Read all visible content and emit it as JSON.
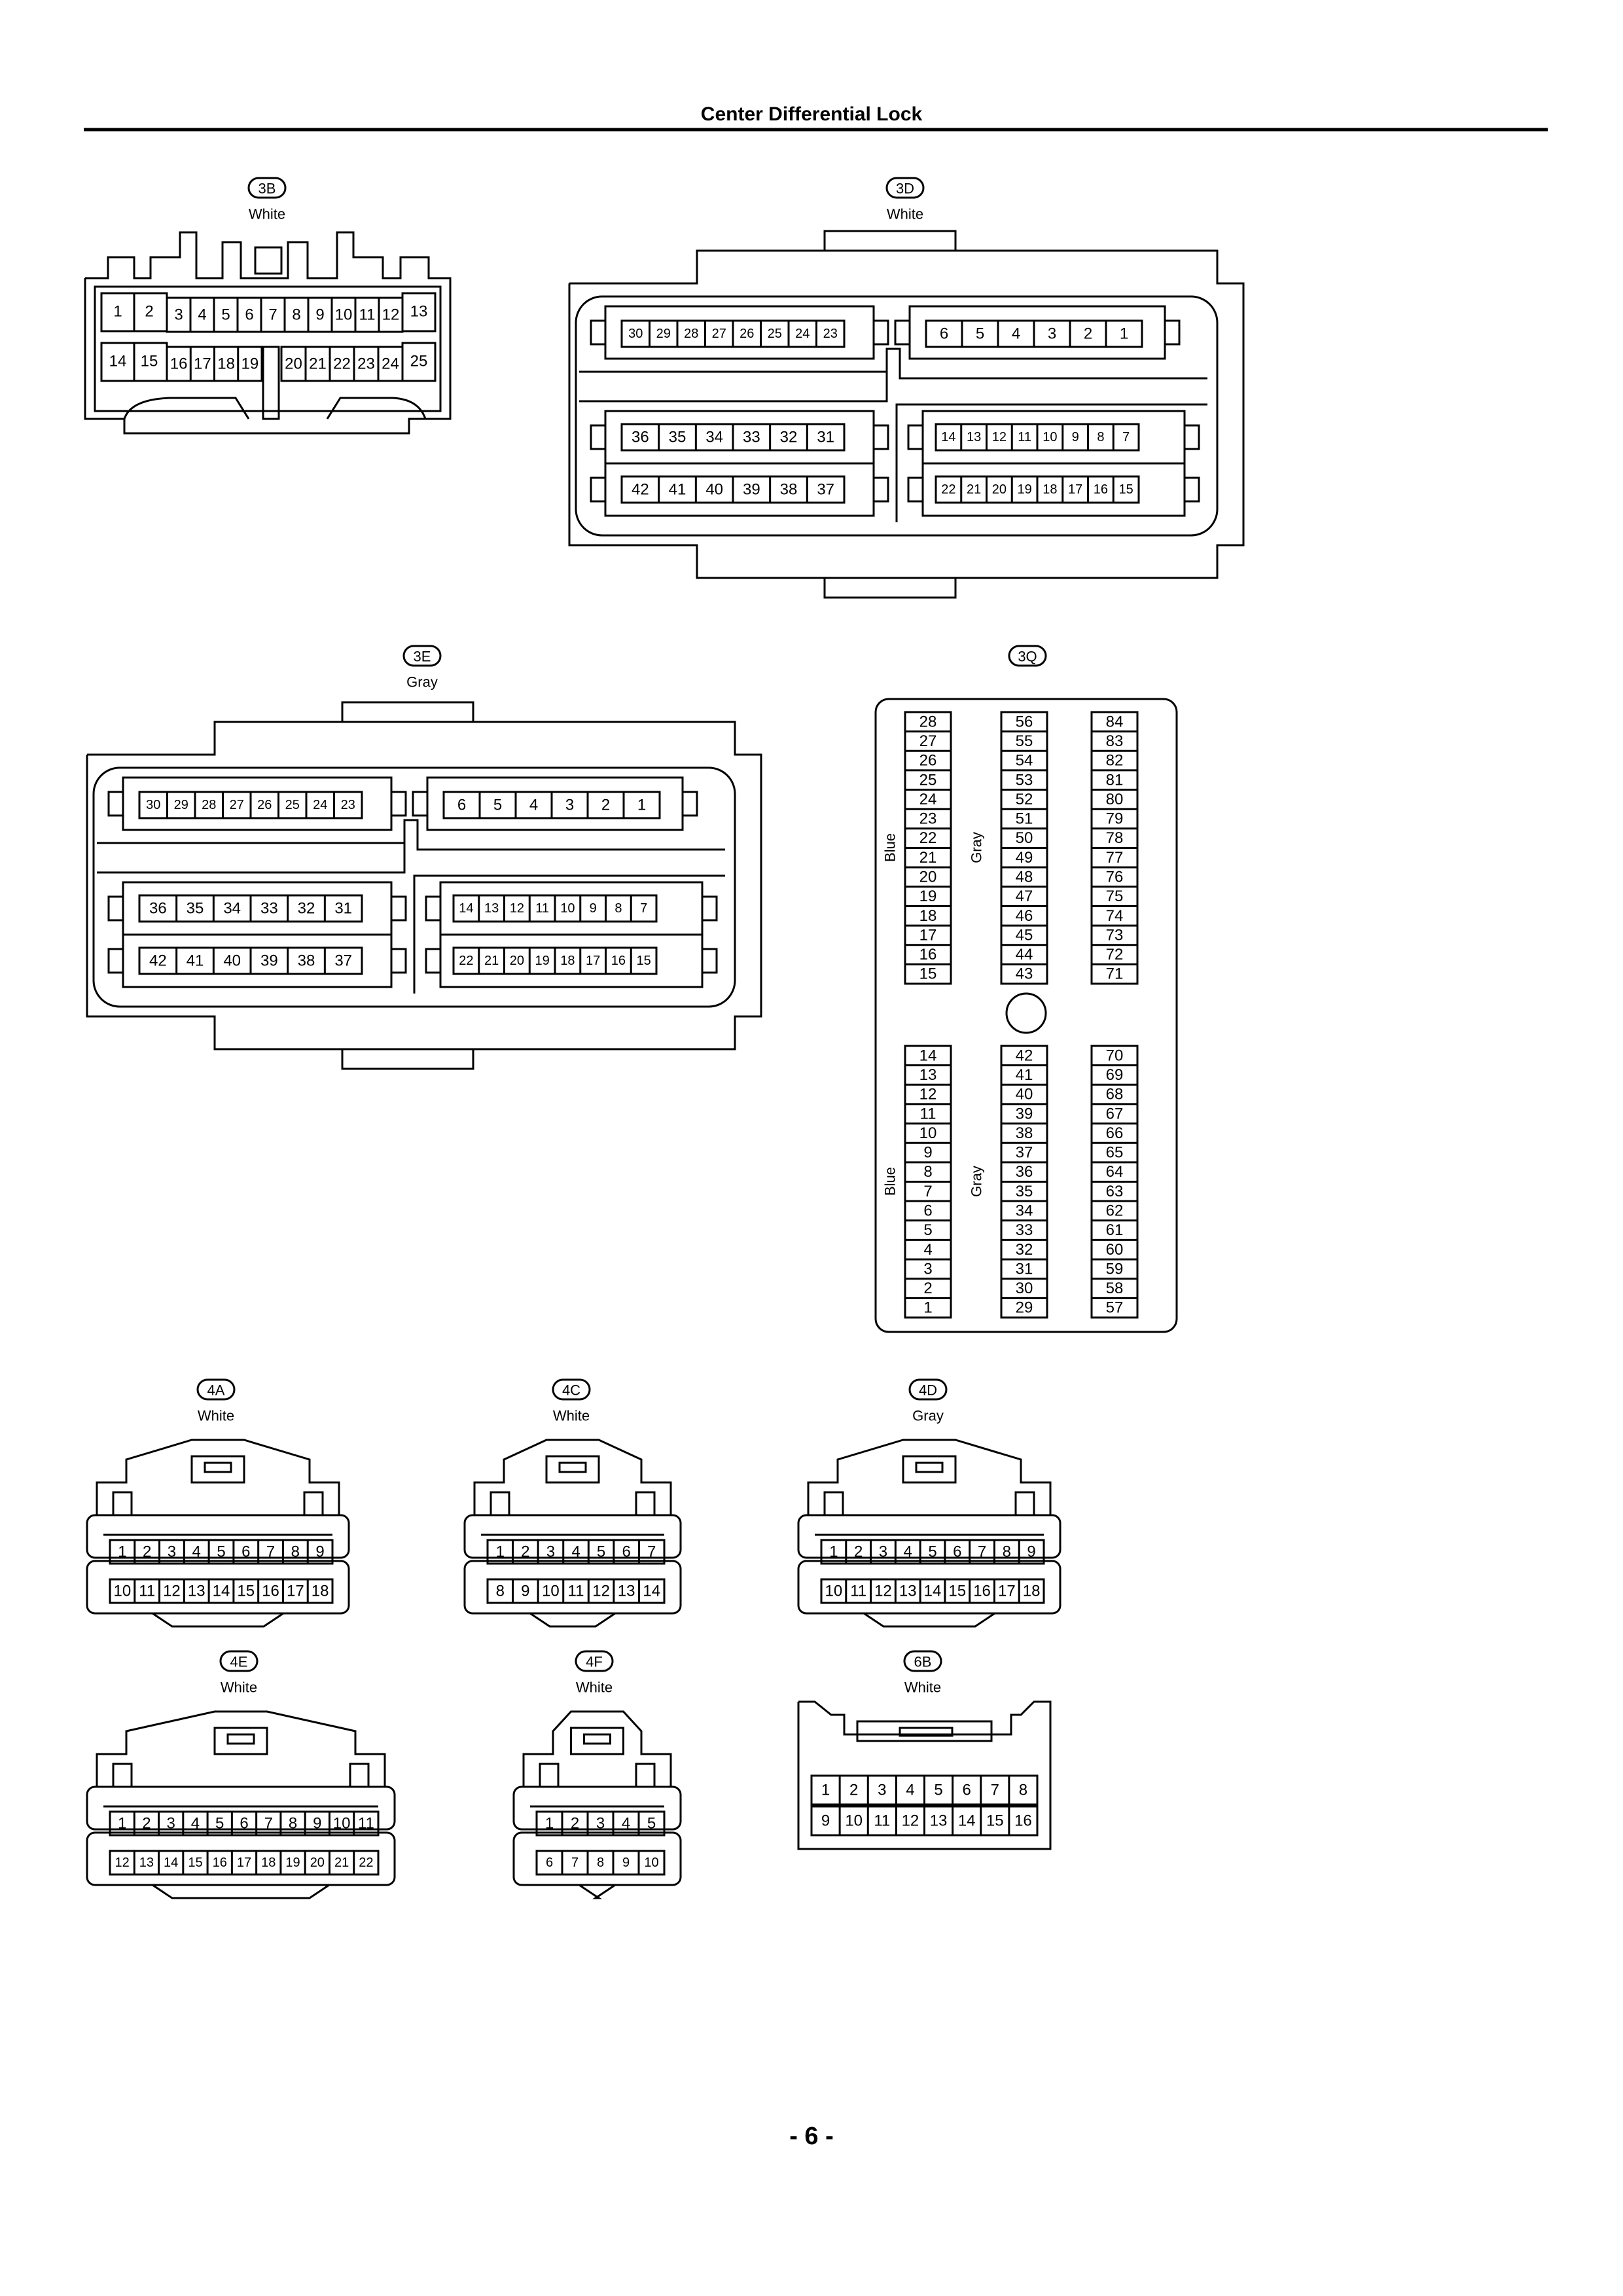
{
  "page": {
    "title": "Center Differential Lock",
    "page_number": "- 6 -"
  },
  "connectors": {
    "c3B": {
      "code": "3B",
      "color": "White",
      "row1": [
        "1",
        "2",
        "3",
        "4",
        "5",
        "6",
        "7",
        "8",
        "9",
        "10",
        "11",
        "12",
        "13"
      ],
      "row2": [
        "14",
        "15",
        "16",
        "17",
        "18",
        "19",
        "20",
        "21",
        "22",
        "23",
        "24",
        "25"
      ]
    },
    "c3D": {
      "code": "3D",
      "color": "White",
      "tl": [
        "30",
        "29",
        "28",
        "27",
        "26",
        "25",
        "24",
        "23"
      ],
      "tr": [
        "6",
        "5",
        "4",
        "3",
        "2",
        "1"
      ],
      "ml": [
        "36",
        "35",
        "34",
        "33",
        "32",
        "31"
      ],
      "mr": [
        "14",
        "13",
        "12",
        "11",
        "10",
        "9",
        "8",
        "7"
      ],
      "bl": [
        "42",
        "41",
        "40",
        "39",
        "38",
        "37"
      ],
      "br": [
        "22",
        "21",
        "20",
        "19",
        "18",
        "17",
        "16",
        "15"
      ]
    },
    "c3E": {
      "code": "3E",
      "color": "Gray",
      "tl": [
        "30",
        "29",
        "28",
        "27",
        "26",
        "25",
        "24",
        "23"
      ],
      "tr": [
        "6",
        "5",
        "4",
        "3",
        "2",
        "1"
      ],
      "ml": [
        "36",
        "35",
        "34",
        "33",
        "32",
        "31"
      ],
      "mr": [
        "14",
        "13",
        "12",
        "11",
        "10",
        "9",
        "8",
        "7"
      ],
      "bl": [
        "42",
        "41",
        "40",
        "39",
        "38",
        "37"
      ],
      "br": [
        "22",
        "21",
        "20",
        "19",
        "18",
        "17",
        "16",
        "15"
      ]
    },
    "c3Q": {
      "code": "3Q",
      "label_blue": "Blue",
      "label_gray": "Gray",
      "top": {
        "left": [
          "28",
          "27",
          "26",
          "25",
          "24",
          "23",
          "22",
          "21",
          "20",
          "19",
          "18",
          "17",
          "16",
          "15"
        ],
        "mid": [
          "56",
          "55",
          "54",
          "53",
          "52",
          "51",
          "50",
          "49",
          "48",
          "47",
          "46",
          "45",
          "44",
          "43"
        ],
        "right": [
          "84",
          "83",
          "82",
          "81",
          "80",
          "79",
          "78",
          "77",
          "76",
          "75",
          "74",
          "73",
          "72",
          "71"
        ]
      },
      "bottom": {
        "left": [
          "14",
          "13",
          "12",
          "11",
          "10",
          "9",
          "8",
          "7",
          "6",
          "5",
          "4",
          "3",
          "2",
          "1"
        ],
        "mid": [
          "42",
          "41",
          "40",
          "39",
          "38",
          "37",
          "36",
          "35",
          "34",
          "33",
          "32",
          "31",
          "30",
          "29"
        ],
        "right": [
          "70",
          "69",
          "68",
          "67",
          "66",
          "65",
          "64",
          "63",
          "62",
          "61",
          "60",
          "59",
          "58",
          "57"
        ]
      }
    },
    "c4A": {
      "code": "4A",
      "color": "White",
      "row1": [
        "1",
        "2",
        "3",
        "4",
        "5",
        "6",
        "7",
        "8",
        "9"
      ],
      "row2": [
        "10",
        "11",
        "12",
        "13",
        "14",
        "15",
        "16",
        "17",
        "18"
      ]
    },
    "c4C": {
      "code": "4C",
      "color": "White",
      "row1": [
        "1",
        "2",
        "3",
        "4",
        "5",
        "6",
        "7"
      ],
      "row2": [
        "8",
        "9",
        "10",
        "11",
        "12",
        "13",
        "14"
      ]
    },
    "c4D": {
      "code": "4D",
      "color": "Gray",
      "row1": [
        "1",
        "2",
        "3",
        "4",
        "5",
        "6",
        "7",
        "8",
        "9"
      ],
      "row2": [
        "10",
        "11",
        "12",
        "13",
        "14",
        "15",
        "16",
        "17",
        "18"
      ]
    },
    "c4E": {
      "code": "4E",
      "color": "White",
      "row1": [
        "1",
        "2",
        "3",
        "4",
        "5",
        "6",
        "7",
        "8",
        "9",
        "10",
        "11"
      ],
      "row2": [
        "12",
        "13",
        "14",
        "15",
        "16",
        "17",
        "18",
        "19",
        "20",
        "21",
        "22"
      ]
    },
    "c4F": {
      "code": "4F",
      "color": "White",
      "row1": [
        "1",
        "2",
        "3",
        "4",
        "5"
      ],
      "row2": [
        "6",
        "7",
        "8",
        "9",
        "10"
      ]
    },
    "c6B": {
      "code": "6B",
      "color": "White",
      "row1": [
        "1",
        "2",
        "3",
        "4",
        "5",
        "6",
        "7",
        "8"
      ],
      "row2": [
        "9",
        "10",
        "11",
        "12",
        "13",
        "14",
        "15",
        "16"
      ]
    }
  }
}
